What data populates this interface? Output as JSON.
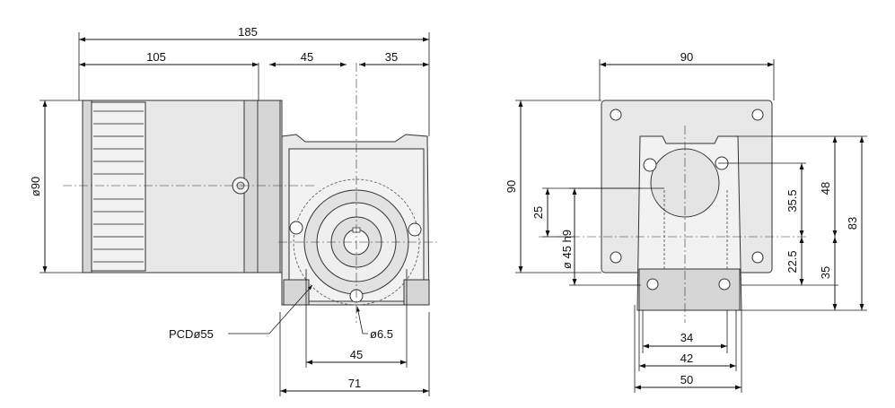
{
  "side_view": {
    "dim_total_length": "185",
    "dim_motor_length": "105",
    "dim_mid": "45",
    "dim_right": "35",
    "dim_motor_dia": "ø90",
    "dim_pcd": "PCDø55",
    "dim_hole": "ø6.5",
    "dim_hole_spacing": "45",
    "dim_gearbox_width": "71"
  },
  "front_view": {
    "dim_width": "90",
    "dim_height": "90",
    "dim_shaft_offset": "25",
    "dim_shaft_dia": "ø 45 h9",
    "dim_35_5": "35.5",
    "dim_22_5": "22.5",
    "dim_48": "48",
    "dim_35": "35",
    "dim_83": "83",
    "dim_34": "34",
    "dim_42": "42",
    "dim_50": "50"
  }
}
